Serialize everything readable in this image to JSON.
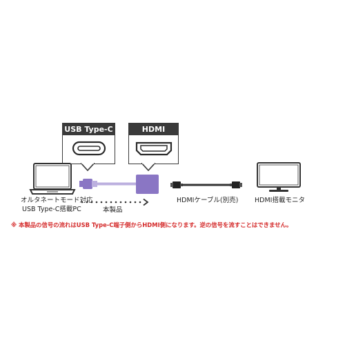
{
  "callouts": {
    "usb_label": "USB Type-C",
    "hdmi_label": "HDMI"
  },
  "labels": {
    "pc_line1": "オルタネートモード対応",
    "pc_line2": "USB Type-C搭載PC",
    "product": "本製品",
    "cable": "HDMIケーブル(別売)",
    "monitor": "HDMI搭載モニタ"
  },
  "note": "※ 本製品の信号の流れはUSB Type-C端子側からHDMI側になります。逆の信号を流すことはできません。",
  "colors": {
    "accent": "#8a76c4",
    "dark": "#3a3a3a",
    "warning": "#d42a2a"
  },
  "icons": [
    "laptop-icon",
    "usb-c-port-icon",
    "hdmi-port-icon",
    "adapter-icon",
    "hdmi-cable-icon",
    "monitor-icon",
    "arrow-right-icon"
  ]
}
